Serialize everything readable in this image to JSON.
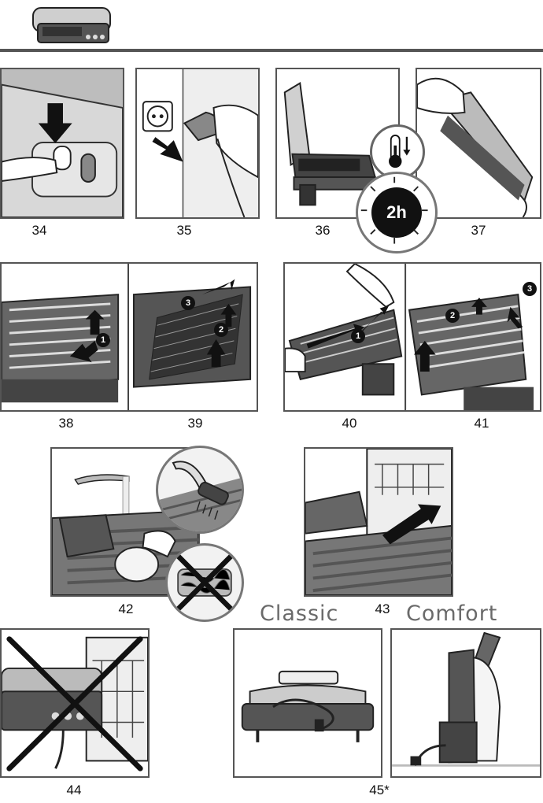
{
  "steps": {
    "s34": "34",
    "s35": "35",
    "s36": "36",
    "s37": "37",
    "s38": "38",
    "s39": "39",
    "s40": "40",
    "s41": "41",
    "s42": "42",
    "s43": "43",
    "s44": "44",
    "s45": "45*"
  },
  "timer": {
    "label": "2h"
  },
  "badges": {
    "b1": "1",
    "b2": "2",
    "b3": "3"
  },
  "variants": {
    "classic": "Classic",
    "comfort": "Comfort"
  },
  "icons": [
    "grill-icon",
    "thermometer-icon",
    "timer-icon",
    "arrow-icon",
    "cross-icon"
  ]
}
